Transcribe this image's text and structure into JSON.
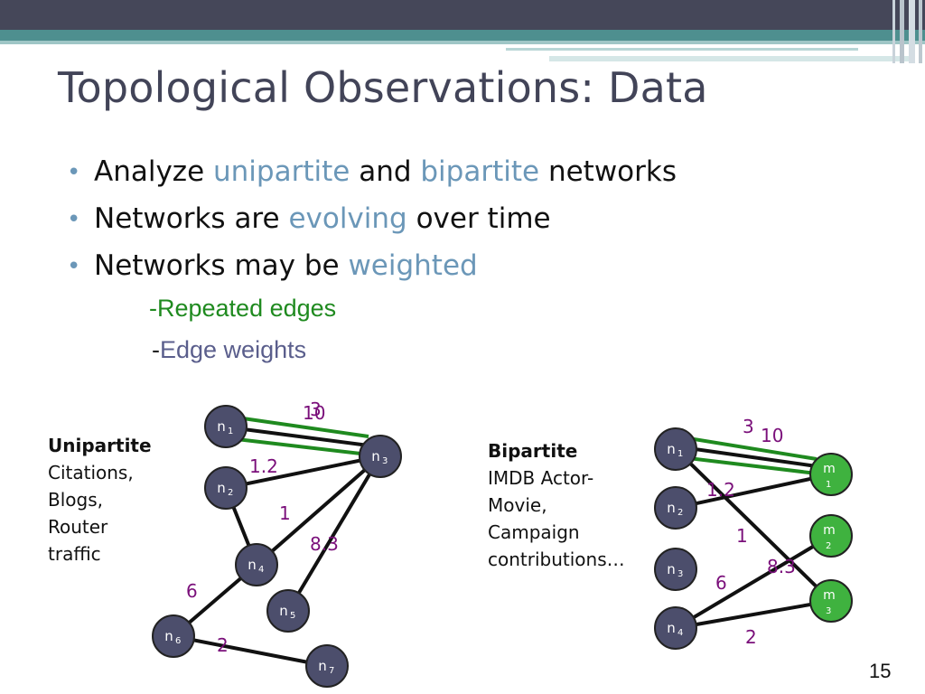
{
  "slide": {
    "title": "Topological Observations: Data",
    "bullets": [
      {
        "pre": "Analyze ",
        "hl1": "unipartite",
        "mid": " and ",
        "hl2": "bipartite",
        "post": " networks"
      },
      {
        "pre": "Networks are ",
        "hl": "evolving",
        "post": " over time"
      },
      {
        "pre": "Networks may be ",
        "hl": "weighted"
      }
    ],
    "sub_repeated": "-Repeated edges",
    "sub_weights_dash": "-",
    "sub_weights": "Edge weights",
    "page_number": "15"
  },
  "unipartite": {
    "caption_title": "Unipartite",
    "caption_lines": [
      "Citations,",
      "Blogs,",
      "Router",
      "traffic"
    ]
  },
  "bipartite": {
    "caption_title": "Bipartite",
    "caption_lines": [
      "IMDB Actor-",
      "Movie,",
      "Campaign",
      "contributions…"
    ]
  },
  "colors": {
    "title": "#424458",
    "accent": "#6b97b8",
    "green": "#1f8a1f",
    "edge_weights": "#5a5e8c",
    "node_fill": "#4c4e6c",
    "movie_fill": "#3fb23f",
    "weight_label": "#7a0f7a",
    "header_dark": "#454759",
    "header_teal": "#4e8f8f"
  },
  "diagrams": {
    "unipartite": {
      "nodes": [
        {
          "id": "n1",
          "base": "n",
          "sub": "1"
        },
        {
          "id": "n2",
          "base": "n",
          "sub": "2"
        },
        {
          "id": "n3",
          "base": "n",
          "sub": "3"
        },
        {
          "id": "n4",
          "base": "n",
          "sub": "4"
        },
        {
          "id": "n5",
          "base": "n",
          "sub": "5"
        },
        {
          "id": "n6",
          "base": "n",
          "sub": "6"
        },
        {
          "id": "n7",
          "base": "n",
          "sub": "7"
        }
      ],
      "edges": [
        {
          "from": "n1",
          "to": "n3",
          "color": "green",
          "lane": -1
        },
        {
          "from": "n1",
          "to": "n3",
          "color": "black",
          "lane": 0
        },
        {
          "from": "n1",
          "to": "n3",
          "color": "green",
          "lane": 1
        },
        {
          "from": "n2",
          "to": "n3",
          "color": "black"
        },
        {
          "from": "n2",
          "to": "n4",
          "color": "black"
        },
        {
          "from": "n3",
          "to": "n4",
          "color": "black"
        },
        {
          "from": "n3",
          "to": "n5",
          "color": "black"
        },
        {
          "from": "n4",
          "to": "n6",
          "color": "black"
        },
        {
          "from": "n6",
          "to": "n7",
          "color": "black"
        }
      ],
      "labels": [
        "3",
        "10",
        "1.2",
        "1",
        "8.3",
        "6",
        "2"
      ]
    },
    "bipartite": {
      "nodes": [
        {
          "id": "bn1",
          "base": "n",
          "sub": "1",
          "kind": "actor"
        },
        {
          "id": "bn2",
          "base": "n",
          "sub": "2",
          "kind": "actor"
        },
        {
          "id": "bn3",
          "base": "n",
          "sub": "3",
          "kind": "actor"
        },
        {
          "id": "bn4",
          "base": "n",
          "sub": "4",
          "kind": "actor"
        },
        {
          "id": "m1",
          "base": "m",
          "sub": "1",
          "kind": "movie"
        },
        {
          "id": "m2",
          "base": "m",
          "sub": "2",
          "kind": "movie"
        },
        {
          "id": "m3",
          "base": "m",
          "sub": "3",
          "kind": "movie"
        }
      ],
      "edges": [
        {
          "from": "bn1",
          "to": "m1",
          "color": "green",
          "lane": -1
        },
        {
          "from": "bn1",
          "to": "m1",
          "color": "black",
          "lane": 0
        },
        {
          "from": "bn1",
          "to": "m1",
          "color": "green",
          "lane": 1
        },
        {
          "from": "bn1",
          "to": "m3",
          "color": "black"
        },
        {
          "from": "bn2",
          "to": "m1",
          "color": "black"
        },
        {
          "from": "bn4",
          "to": "m2",
          "color": "black"
        },
        {
          "from": "bn4",
          "to": "m3",
          "color": "black"
        }
      ],
      "labels": [
        "3",
        "10",
        "1.2",
        "1",
        "8.3",
        "6",
        "2"
      ]
    }
  }
}
